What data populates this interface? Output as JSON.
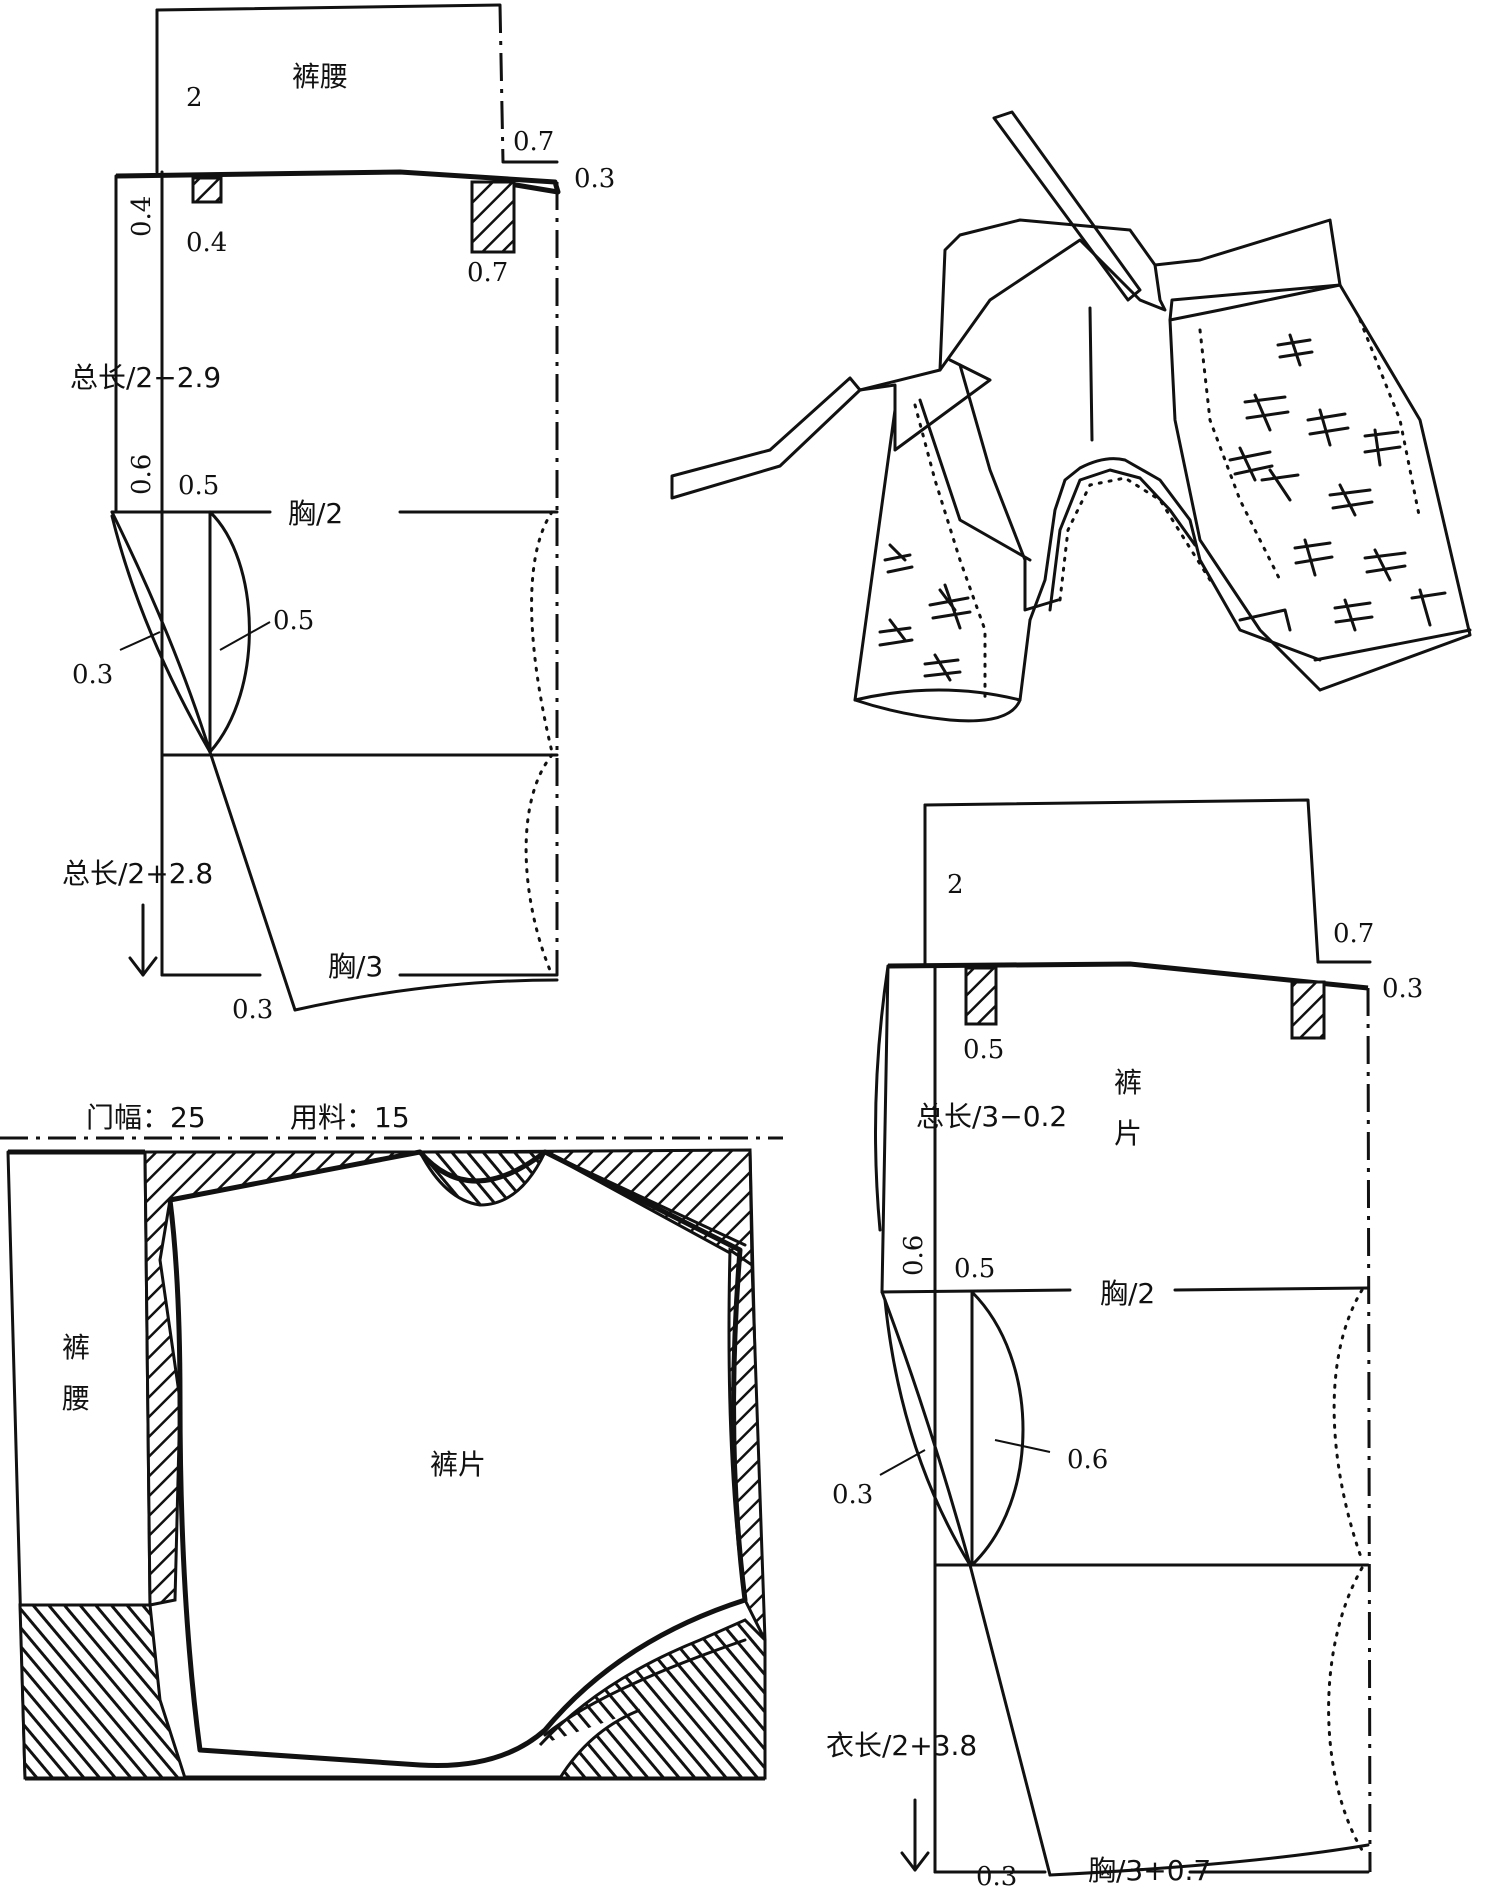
{
  "top_left_pattern": {
    "waistband_label": "裤腰",
    "waistband_width": "2",
    "val_0_7_top": "0.7",
    "val_0_3_top": "0.3",
    "val_0_4_side": "0.4",
    "val_0_4_dart": "0.4",
    "val_0_7_dart": "0.7",
    "total_length_upper": "总长/2−2.9",
    "val_0_6": "0.6",
    "val_0_5_a": "0.5",
    "chest_half": "胸/2",
    "val_0_5_b": "0.5",
    "val_0_3_curve": "0.3",
    "total_length_lower": "总长/2+2.8",
    "chest_third": "胸/3",
    "val_0_3_bottom": "0.3"
  },
  "layout_pattern": {
    "door_width": "门幅：25",
    "material": "用料：15",
    "waistband_char1": "裤",
    "waistband_char2": "腰",
    "piece_label": "裤片"
  },
  "right_pattern": {
    "waistband_width": "2",
    "val_0_7_top": "0.7",
    "val_0_3_top": "0.3",
    "val_0_5_dart": "0.5",
    "piece_char1": "裤",
    "piece_char2": "片",
    "total_length_third": "总长/3−0.2",
    "val_0_6": "0.6",
    "val_0_5_a": "0.5",
    "chest_half": "胸/2",
    "val_0_6_curve": "0.6",
    "val_0_3_curve": "0.3",
    "garment_length": "衣长/2+3.8",
    "chest_third_plus": "胸/3+0.7",
    "val_0_3_bottom": "0.3"
  }
}
